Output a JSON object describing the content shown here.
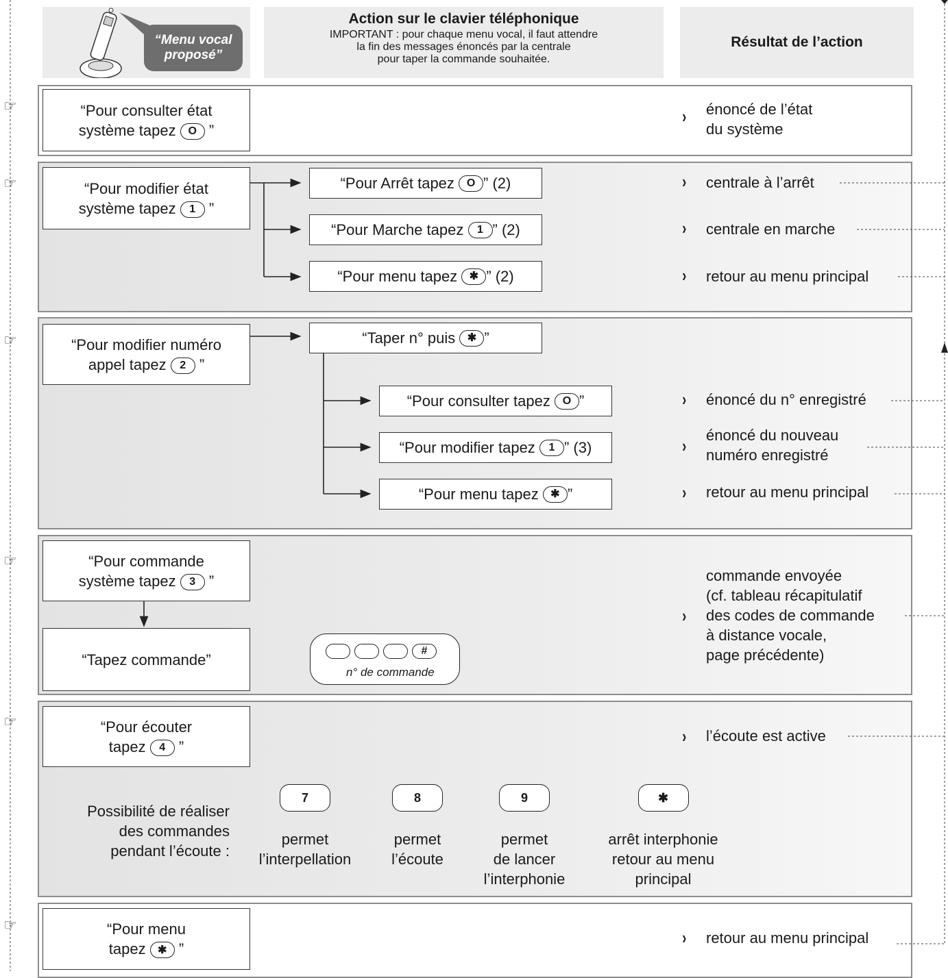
{
  "header": {
    "phone_bubble": "“Menu vocal proposé”",
    "action_title": "Action sur le clavier téléphonique",
    "action_note_1": "IMPORTANT : pour chaque menu vocal, il faut attendre",
    "action_note_2": "la fin des messages énoncés par la centrale",
    "action_note_3": "pour taper la commande souhaitée.",
    "result_title": "Résultat de l’action"
  },
  "rows": {
    "r1": {
      "menu_l1": "“Pour consulter état",
      "menu_l2": "système tapez",
      "key": "O",
      "close": "”",
      "result_l1": "énoncé de l’état",
      "result_l2": "du système"
    },
    "r2": {
      "menu_l1": "“Pour modifier état",
      "menu_l2": "système tapez",
      "key": "1",
      "close": "”",
      "sub": [
        {
          "pre": "“Pour Arrêt tapez",
          "key": "O",
          "post": "” (2)",
          "result": "centrale à l’arrêt"
        },
        {
          "pre": "“Pour Marche tapez",
          "key": "1",
          "post": "” (2)",
          "result": "centrale en marche"
        },
        {
          "pre": "“Pour menu tapez",
          "key": "✱",
          "post": "” (2)",
          "result": "retour au menu principal"
        }
      ]
    },
    "r3": {
      "menu_l1": "“Pour modifier numéro",
      "menu_l2": "appel tapez",
      "key": "2",
      "close": "”",
      "first_pre": "“Taper n° puis",
      "first_key": "✱",
      "first_post": "”",
      "sub": [
        {
          "pre": "“Pour consulter tapez",
          "key": "O",
          "post": "”",
          "result_l1": "énoncé du n° enregistré",
          "result_l2": ""
        },
        {
          "pre": "“Pour modifier tapez",
          "key": "1",
          "post": "” (3)",
          "result_l1": "énoncé du nouveau",
          "result_l2": "numéro enregistré"
        },
        {
          "pre": "“Pour menu tapez",
          "key": "✱",
          "post": "”",
          "result_l1": "retour au menu principal",
          "result_l2": ""
        }
      ]
    },
    "r4": {
      "menu_l1": "“Pour commande",
      "menu_l2": "système tapez",
      "key": "3",
      "close": "”",
      "typed": "“Tapez commande”",
      "pad_key": "#",
      "pad_label": "n° de commande",
      "result_lines": [
        "commande envoyée",
        "(cf. tableau récapitulatif",
        "des codes de commande",
        "à distance vocale,",
        "page précédente)"
      ]
    },
    "r5": {
      "menu_l1": "“Pour écouter",
      "menu_l2": "tapez",
      "key": "4",
      "close": "”",
      "result": "l’écoute est active",
      "possible_l1": "Possibilité de réaliser",
      "possible_l2": "des commandes",
      "possible_l3": "pendant l’écoute :",
      "options": [
        {
          "key": "7",
          "l1": "permet",
          "l2": "l’interpellation",
          "l3": ""
        },
        {
          "key": "8",
          "l1": "permet",
          "l2": "l’écoute",
          "l3": ""
        },
        {
          "key": "9",
          "l1": "permet",
          "l2": "de lancer",
          "l3": "l’interphonie"
        },
        {
          "key": "✱",
          "l1": "arrêt interphonie",
          "l2": "retour au menu",
          "l3": "principal"
        }
      ]
    },
    "r6": {
      "menu_l1": "“Pour menu",
      "menu_l2": "tapez",
      "key": "✱",
      "close": "”",
      "result": "retour au menu principal"
    }
  },
  "icons": {
    "chevron": "›",
    "entry": "hand-pointer-icon"
  }
}
